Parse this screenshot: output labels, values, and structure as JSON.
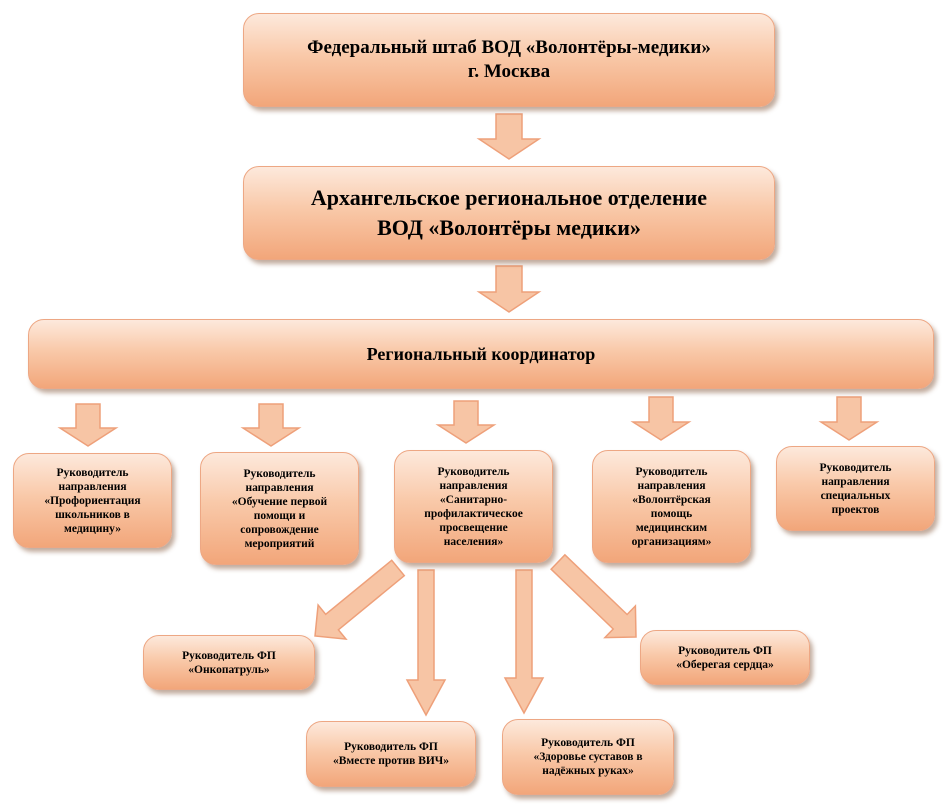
{
  "nodes": {
    "federal_hq": "Федеральный штаб ВОД «Волонтёры-медики»\nг. Москва",
    "regional_branch": "Архангельское региональное отделение\nВОД «Волонтёры медики»",
    "regional_coordinator": "Региональный координатор",
    "dir_career": "Руководитель\nнаправления\n«Профориентация\nшкольников в\nмедицину»",
    "dir_first_aid": "Руководитель\nнаправления\n«Обучение первой\nпомощи и\nсопровождение\nмероприятий",
    "dir_sanitary": "Руководитель\nнаправления\n«Санитарно-\nпрофилактическое\nпросвещение\nнаселения»",
    "dir_medical_help": "Руководитель\nнаправления\n«Волонтёрская\nпомощь\nмедицинским\nорганизациям»",
    "dir_special": "Руководитель\nнаправления\nспециальных\nпроектов",
    "fp_onco": "Руководитель ФП\n«Онкопатруль»",
    "fp_hiv": "Руководитель ФП\n«Вместе против ВИЧ»",
    "fp_joints": "Руководитель ФП\n«Здоровье суставов в\nнадёжных руках»",
    "fp_heart": "Руководитель ФП\n«Оберегая сердца»"
  },
  "colors": {
    "box_top": "#fde9dc",
    "box_bottom": "#f2a67a",
    "arrow_fill": "#f7c5a5",
    "arrow_stroke": "#eea07a"
  }
}
